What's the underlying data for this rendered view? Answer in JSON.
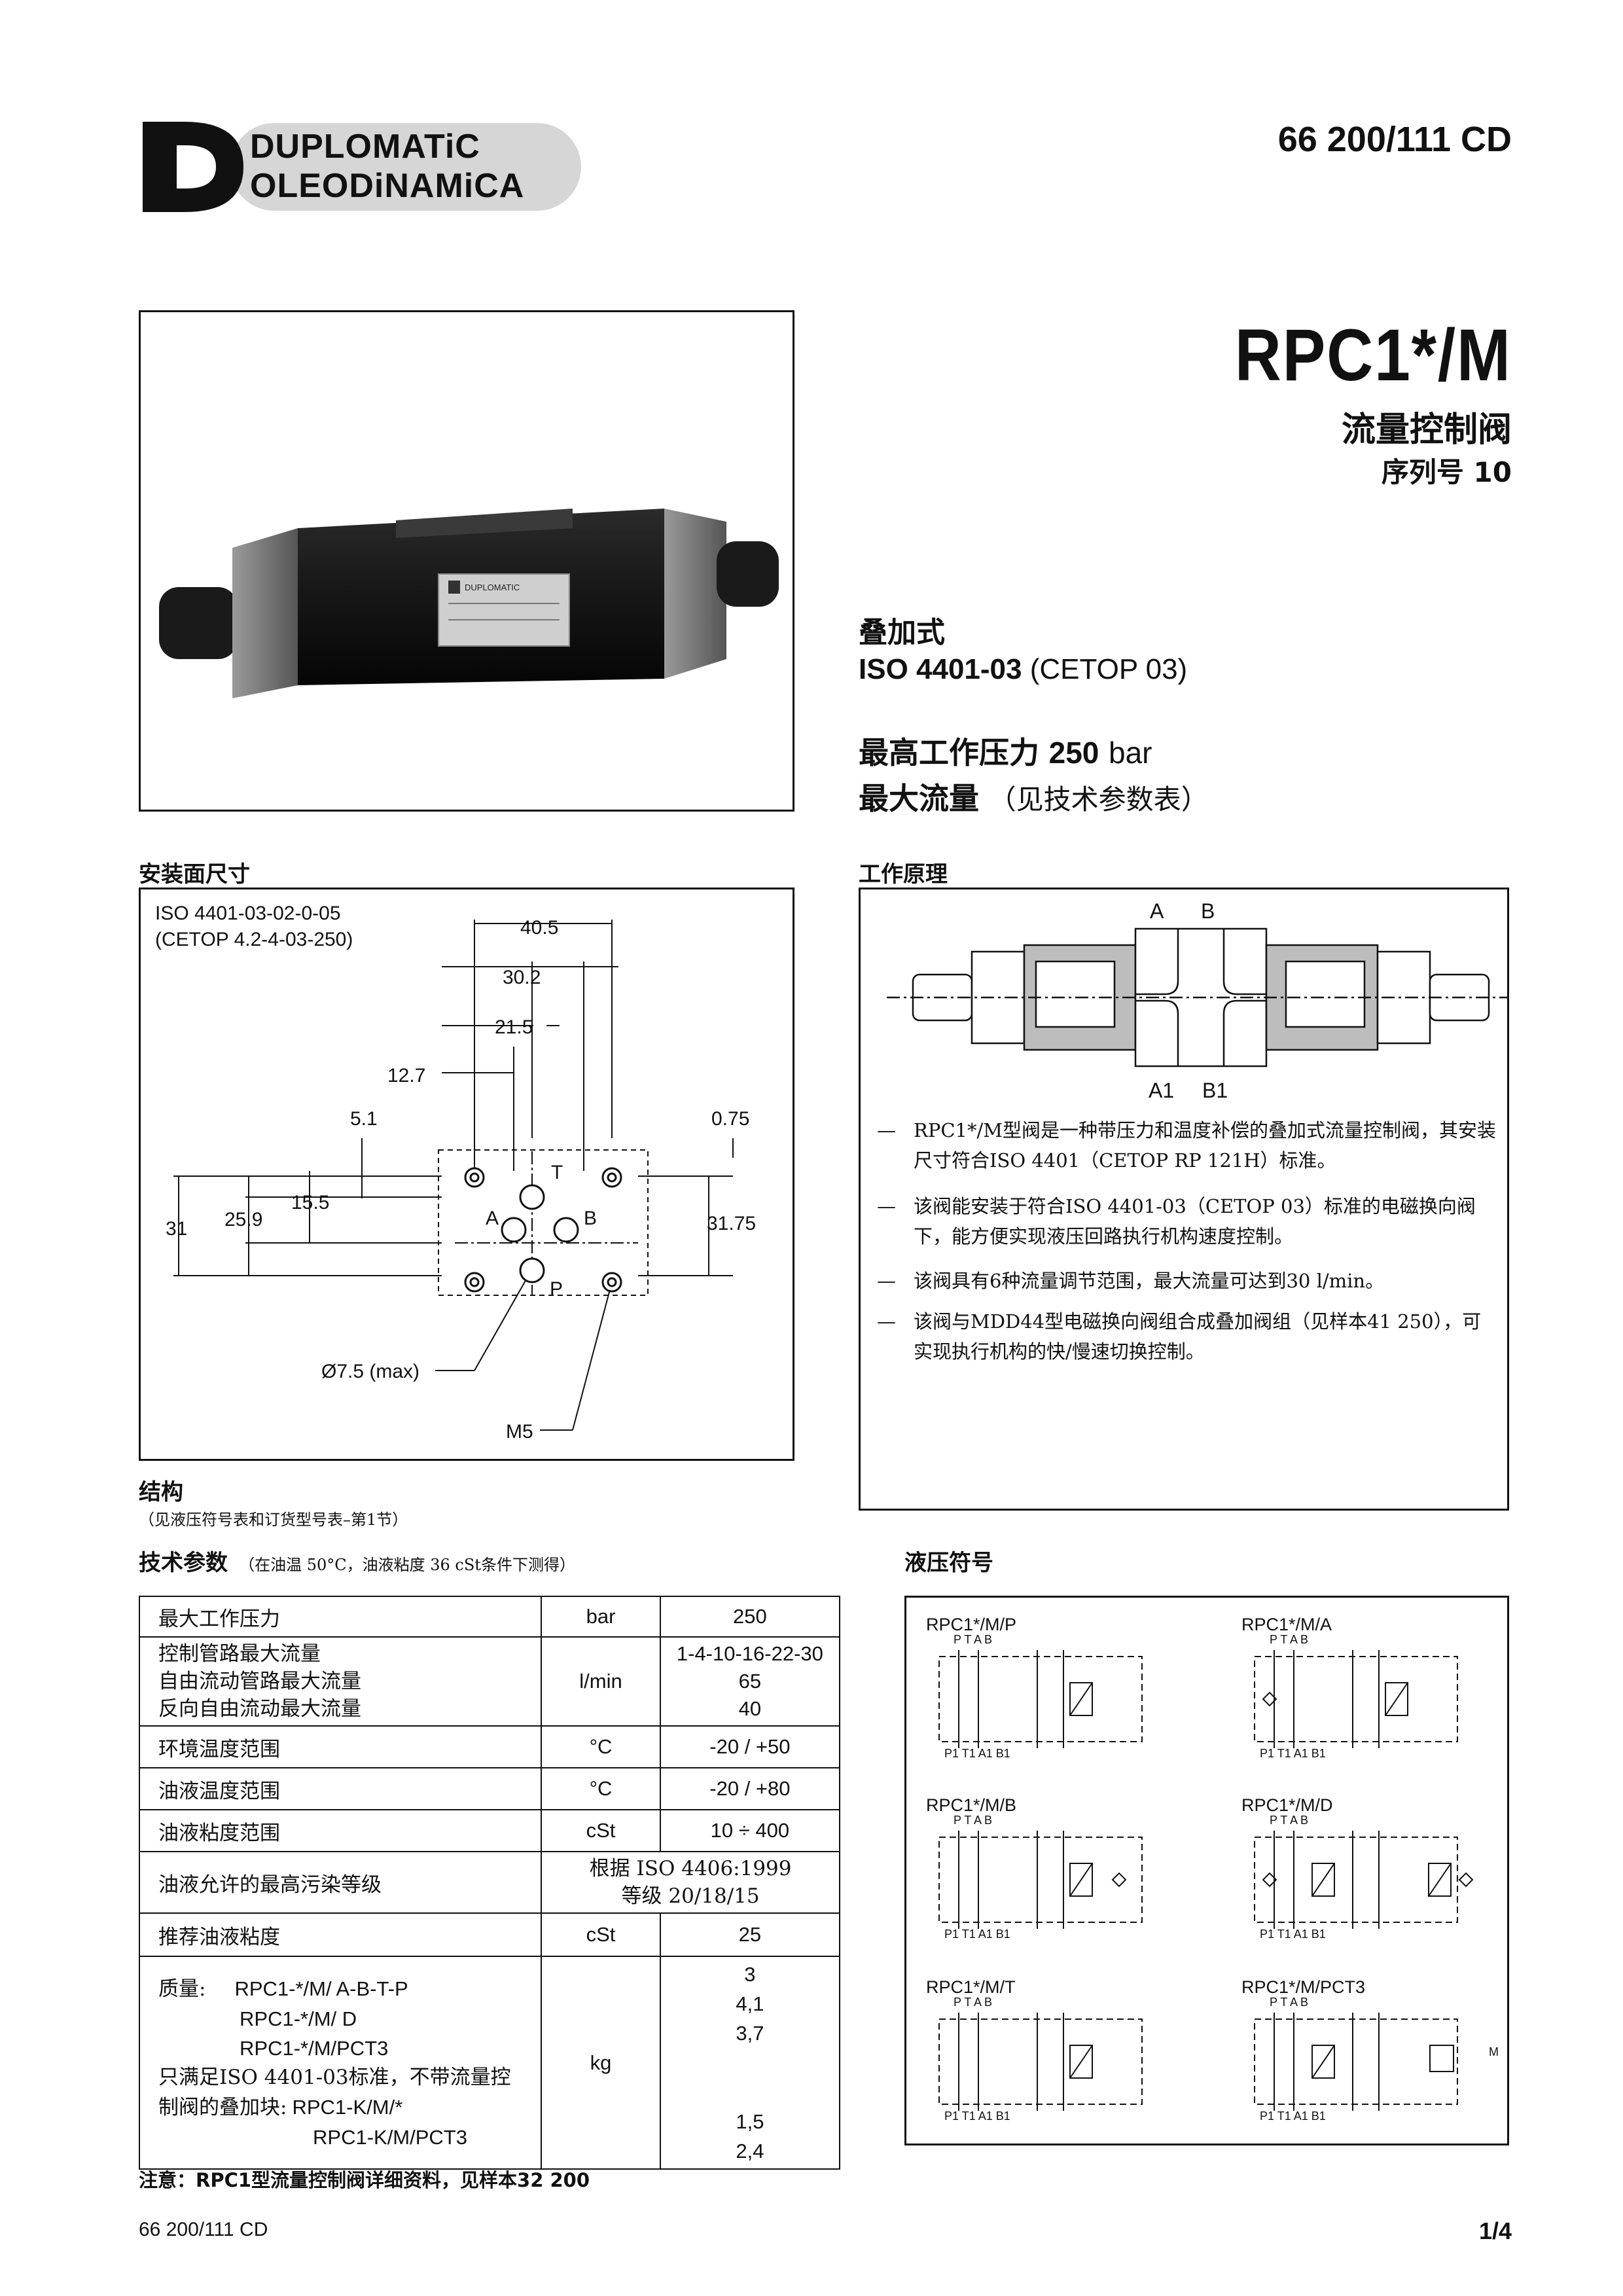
{
  "header": {
    "logo_line1": "DUPLOMATiC",
    "logo_line2": "OLEODiNAMiCA",
    "doc_code": "66 200/111 CD"
  },
  "product": {
    "model": "RPC1*/M",
    "name_cn": "流量控制阀",
    "series": "序列号 10",
    "mount_type": "叠加式",
    "iso_bold": "ISO 4401-03",
    "iso_rest": "(CETOP 03)",
    "pressure_label": "最高工作压力",
    "pressure_value": "250",
    "pressure_unit": "bar",
    "flow_label": "最大流量",
    "flow_note": "（见技术参数表）",
    "photo_badge": "DUPLOMATIC"
  },
  "mounting": {
    "heading": "安装面尺寸",
    "std1": "ISO 4401-03-02-0-05",
    "std2": "(CETOP 4.2-4-03-250)",
    "dims": {
      "d40_5": "40.5",
      "d30_2": "30.2",
      "d21_5": "21.5",
      "d12_7": "12.7",
      "d5_1": "5.1",
      "d0_75": "0.75",
      "d15_5": "15.5",
      "d25_9": "25.9",
      "d31": "31",
      "d31_75": "31.75",
      "phi": "Ø7.5 (max)",
      "m5": "M5"
    },
    "ports": {
      "T": "T",
      "A": "A",
      "B": "B",
      "P": "P"
    }
  },
  "principle": {
    "heading": "工作原理",
    "labels": {
      "A": "A",
      "B": "B",
      "A1": "A1",
      "B1": "B1"
    },
    "bullets": [
      {
        "dash": "—",
        "text": "RPC1*/M型阀是一种带压力和温度补偿的叠加式流量控制阀，其安装尺寸符合ISO 4401（CETOP RP 121H）标准。"
      },
      {
        "dash": "—",
        "text": "该阀能安装于符合ISO 4401-03（CETOP 03）标准的电磁换向阀下，能方便实现液压回路执行机构速度控制。"
      },
      {
        "dash": "—",
        "text": "该阀具有6种流量调节范围，最大流量可达到30 l/min。"
      },
      {
        "dash": "—",
        "text": "该阀与MDD44型电磁换向阀组合成叠加阀组（见样本41 250），可实现执行机构的快/慢速切换控制。"
      }
    ]
  },
  "structure": {
    "heading": "结构",
    "note": "（见液压符号表和订货型号表–第1节）"
  },
  "tech": {
    "heading": "技术参数",
    "note": "（在油温 50°C，油液粘度 36 cSt条件下测得）",
    "rows": [
      {
        "param": "最大工作压力",
        "unit": "bar",
        "value": "250"
      },
      {
        "param1": "控制管路最大流量",
        "param2": "自由流动管路最大流量",
        "param3": "反向自由流动最大流量",
        "unit": "l/min",
        "v1": "1-4-10-16-22-30",
        "v2": "65",
        "v3": "40"
      },
      {
        "param": "环境温度范围",
        "unit": "°C",
        "value": "-20 / +50"
      },
      {
        "param": "油液温度范围",
        "unit": "°C",
        "value": "-20 / +80"
      },
      {
        "param": "油液粘度范围",
        "unit": "cSt",
        "value": "10 ÷ 400"
      },
      {
        "param": "油液允许的最高污染等级",
        "v1": "根据 ISO 4406:1999",
        "v2": "等级 20/18/15"
      },
      {
        "param": "推荐油液粘度",
        "unit": "cSt",
        "value": "25"
      },
      {
        "l1a": "质量:",
        "l1b": "RPC1-*/M/ A-B-T-P",
        "l2": "RPC1-*/M/ D",
        "l3": "RPC1-*/M/PCT3",
        "l4": "只满足ISO 4401-03标准，不带流量控",
        "l5a": "制阀的叠加块:",
        "l5b": "RPC1-K/M/*",
        "l6": "RPC1-K/M/PCT3",
        "unit": "kg",
        "v1": "3",
        "v2": "4,1",
        "v3": "3,7",
        "v4": "1,5",
        "v5": "2,4"
      }
    ],
    "footnote": "注意：RPC1型流量控制阀详细资料，见样本32 200"
  },
  "symbols": {
    "heading": "液压符号",
    "items": [
      {
        "name": "RPC1*/M/P"
      },
      {
        "name": "RPC1*/M/A"
      },
      {
        "name": "RPC1*/M/B"
      },
      {
        "name": "RPC1*/M/D"
      },
      {
        "name": "RPC1*/M/T"
      },
      {
        "name": "RPC1*/M/PCT3"
      }
    ],
    "port_top": "P  T     A  B",
    "port_bot": "P1  T1    A1  B1",
    "m_label": "M"
  },
  "footer": {
    "doc_code": "66 200/111 CD",
    "page": "1/4"
  }
}
